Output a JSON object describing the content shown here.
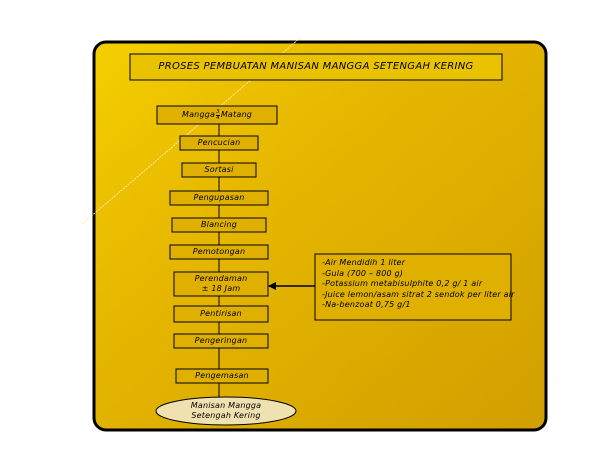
{
  "title": "PROSES PEMBUATAN  MANISAN  MANGGA SETENGAH KERING",
  "colors": {
    "panel": "#dca800",
    "panel_light": "#f3cb00",
    "box": "#e0b000",
    "border": "#000000"
  },
  "steps": {
    "s1_pre": "Mangga",
    "s1_num": "3",
    "s1_den": "4",
    "s1_post": "Matang",
    "s2": "Pencucian",
    "s3": "Sortasi",
    "s4": "Pengupasan",
    "s5": "Blancing",
    "s6": "Pemotongan",
    "s7_line1": "Perendaman",
    "s7_line2": "± 18  Jam",
    "s8": "Pentirisan",
    "s9": "Pengeringan",
    "s10": "Pengemasan",
    "s11_line1": "Manisan Mangga",
    "s11_line2": "Setengah Kering"
  },
  "ingredients": [
    "-Air Mendidih 1 liter",
    "-Gula (700 – 800 g)",
    "-Potassium metabisulphite 0,2 g/ 1 air",
    "-Juice lemon/asam sitrat 2 sendok per liter air",
    "-Na-benzoat 0,75 g/1"
  ]
}
